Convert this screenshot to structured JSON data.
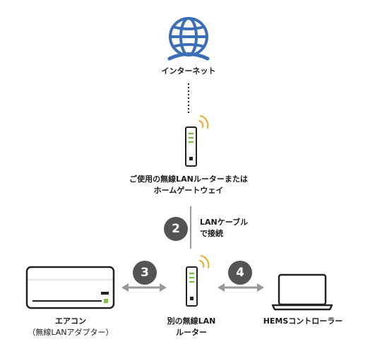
{
  "nodes": {
    "internet": "インターネット",
    "home_router_line1": "ご使用の無線LANルーターまたは",
    "home_router_line2": "ホームゲートウェイ",
    "cable_line1": "LANケーブル",
    "cable_line2": "で接続",
    "aircon_line1": "エアコン",
    "aircon_line2": "（無線LANアダプター）",
    "separate_router_line1": "別の無線LAN",
    "separate_router_line2": "ルーター",
    "hems": "HEMSコントローラー"
  },
  "steps": {
    "step2": "2",
    "step3": "3",
    "step4": "4"
  },
  "colors": {
    "globe": "#3a6fb6",
    "wifi": "#f0a81e",
    "led": "#7cc043",
    "badge": "#545454",
    "arrow": "#999999"
  },
  "icons": {
    "internet": "globe-icon",
    "router": "router-icon",
    "aircon": "air-conditioner-icon",
    "laptop": "laptop-icon"
  }
}
